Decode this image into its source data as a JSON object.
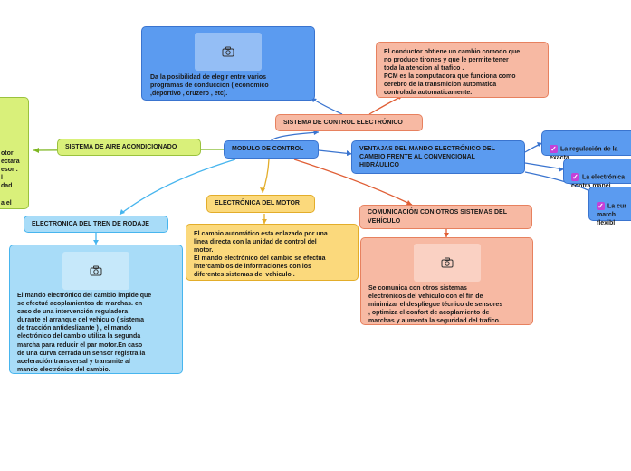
{
  "central": {
    "label": "MODULO DE CONTROL"
  },
  "sistema_control": {
    "label": "SISTEMA DE CONTROL ELECTRÓNICO",
    "note": "El conductor obtiene un cambio comodo que\nno produce tirones y que le permite tener\ntoda la atencion al trafico .\nPCM es la computadora que funciona como\ncerebro de la transmicion automatica\ncontrolada automaticamente.",
    "photo_text": "Da la posibilidad de elegir entre varios\nprogramas de conduccion (  economico\n,deportivo , cruzero , etc)."
  },
  "aire": {
    "label": "SISTEMA DE AIRE ACONDICIONADO",
    "partial_text": "otor\nectara\nesor .\nl\ndad\n\na el"
  },
  "motor": {
    "label": "ELECTRÓNICA DEL MOTOR",
    "text": "El cambio automático esta enlazado por una\nlinea directa con la unidad de control del\nmotor.\nEl mando electrónico del cambio se efectúa\nintercambios de informaciones con los\ndiferentes sistemas del vehiculo ."
  },
  "rodaje": {
    "label": "ELECTRONICA DEL TREN DE RODAJE",
    "text": "El mando electrónico del cambio impide que\nse efectué acoplamientos de marchas. en\ncaso de una intervención reguladora\ndurante el arranque del vehiculo ( sistema\nde tracción antideslizante ) , el mando\nelectrónico del cambio utiliza la segunda\nmarcha para reducir el par motor.En caso\nde una curva cerrada un sensor registra la\naceleración transversal y transmite al\nmando electrónico del cambio."
  },
  "comunicacion": {
    "label": "COMUNICACIÓN CON OTROS SISTEMAS DEL\nVEHÍCULO",
    "text": "Se comunica con otros sistemas\nelectrónicos del vehiculo con el fin de\nminimizar el despliegue técnico de sensores\n, optimiza el confort de acoplamiento de\nmarchas y aumenta la seguridad del trafico."
  },
  "ventajas": {
    "label": "VENTAJAS DEL MANDO ELECTRÓNICO DEL\nCAMBIO FRENTE AL CONVENCIONAL\nHIDRÁULICO",
    "items": [
      {
        "text": "La regulación de la\nexacta."
      },
      {
        "text": "La electrónica\ncontra manej"
      },
      {
        "text": "La cur\nmarch\nflexibl"
      }
    ]
  },
  "colors": {
    "blue_dark": "#5b9bf0",
    "blue_light": "#a8dcf8",
    "green": "#d9f07a",
    "orange": "#f7b9a3",
    "yellow": "#fbd97c",
    "check": "#c341d8"
  },
  "icons": {
    "photo": "camera-icon",
    "check": "checkbox-icon"
  }
}
